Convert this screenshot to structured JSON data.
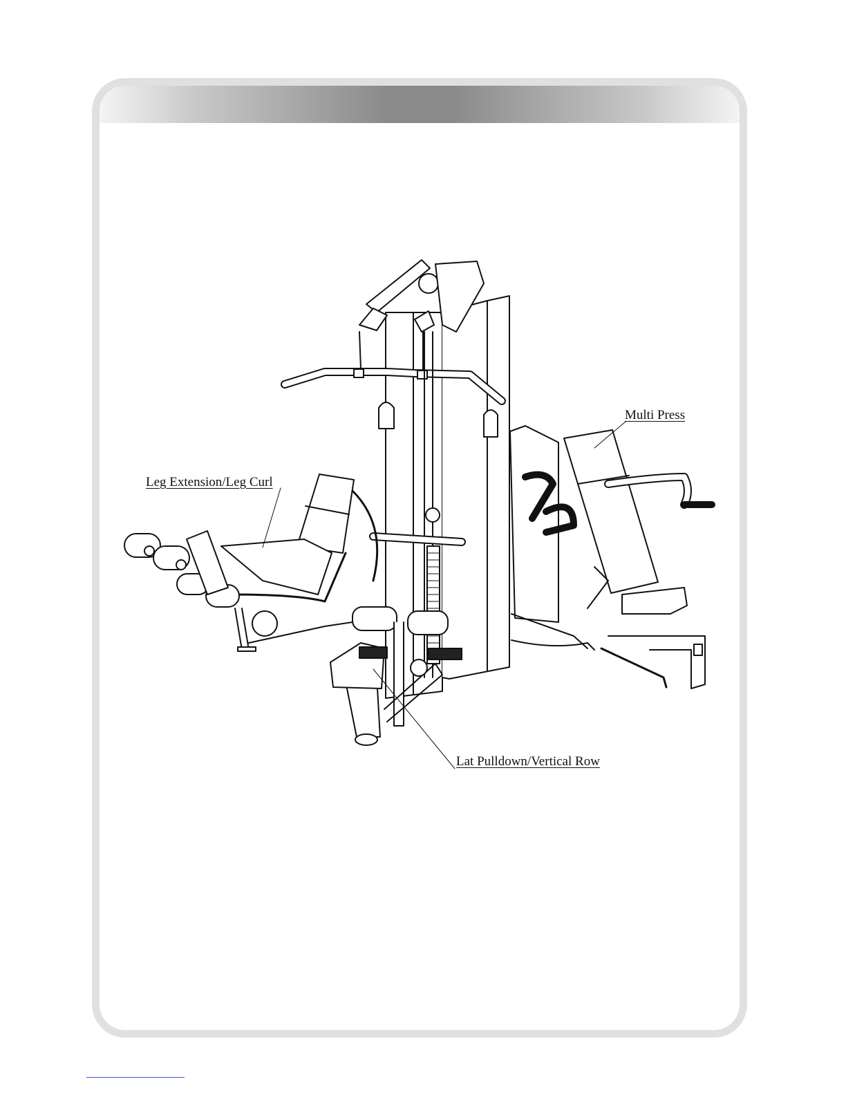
{
  "labels": {
    "multi_press": "Multi Press",
    "leg_extension": "Leg Extension/Leg Curl",
    "lat_pulldown": "Lat Pulldown/Vertical Row"
  }
}
